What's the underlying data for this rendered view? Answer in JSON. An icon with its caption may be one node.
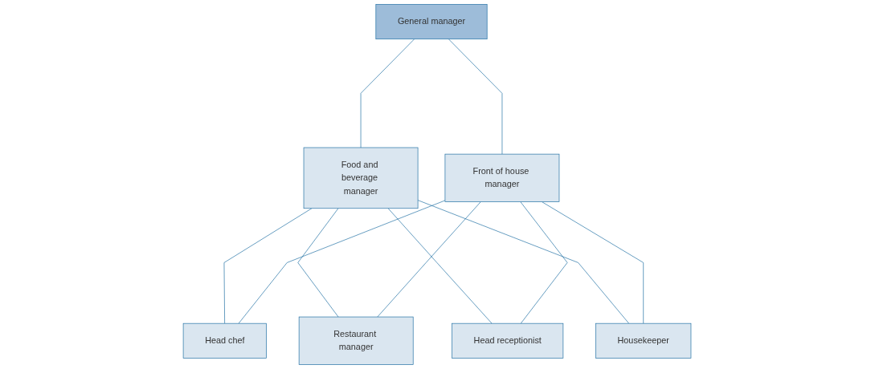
{
  "diagram": {
    "nodes": [
      {
        "text": [
          "General manager"
        ]
      },
      {
        "text": [
          "Food and beverage manager"
        ]
      },
      {
        "text": [
          "Front of house manager"
        ]
      },
      {
        "text": [
          "Head chef"
        ]
      },
      {
        "text": [
          "Restaurant manager"
        ]
      },
      {
        "text": [
          "Head receptionist"
        ]
      },
      {
        "text": [
          "Housekeeper"
        ]
      }
    ],
    "edges": [
      {
        "from": 0,
        "to": 1,
        "arrow": "none"
      },
      {
        "from": 0,
        "to": 2,
        "arrow": "none"
      },
      {
        "from": 1,
        "to": 3,
        "arrow": "none"
      },
      {
        "from": 1,
        "to": 4,
        "arrow": "none"
      },
      {
        "from": 1,
        "to": 5,
        "arrow": "none"
      },
      {
        "from": 1,
        "to": 6,
        "arrow": "none"
      },
      {
        "from": 2,
        "to": 3,
        "arrow": "none"
      },
      {
        "from": 2,
        "to": 4,
        "arrow": "none"
      },
      {
        "from": 2,
        "to": 5,
        "arrow": "none"
      },
      {
        "from": 2,
        "to": 6,
        "arrow": "none"
      }
    ]
  }
}
